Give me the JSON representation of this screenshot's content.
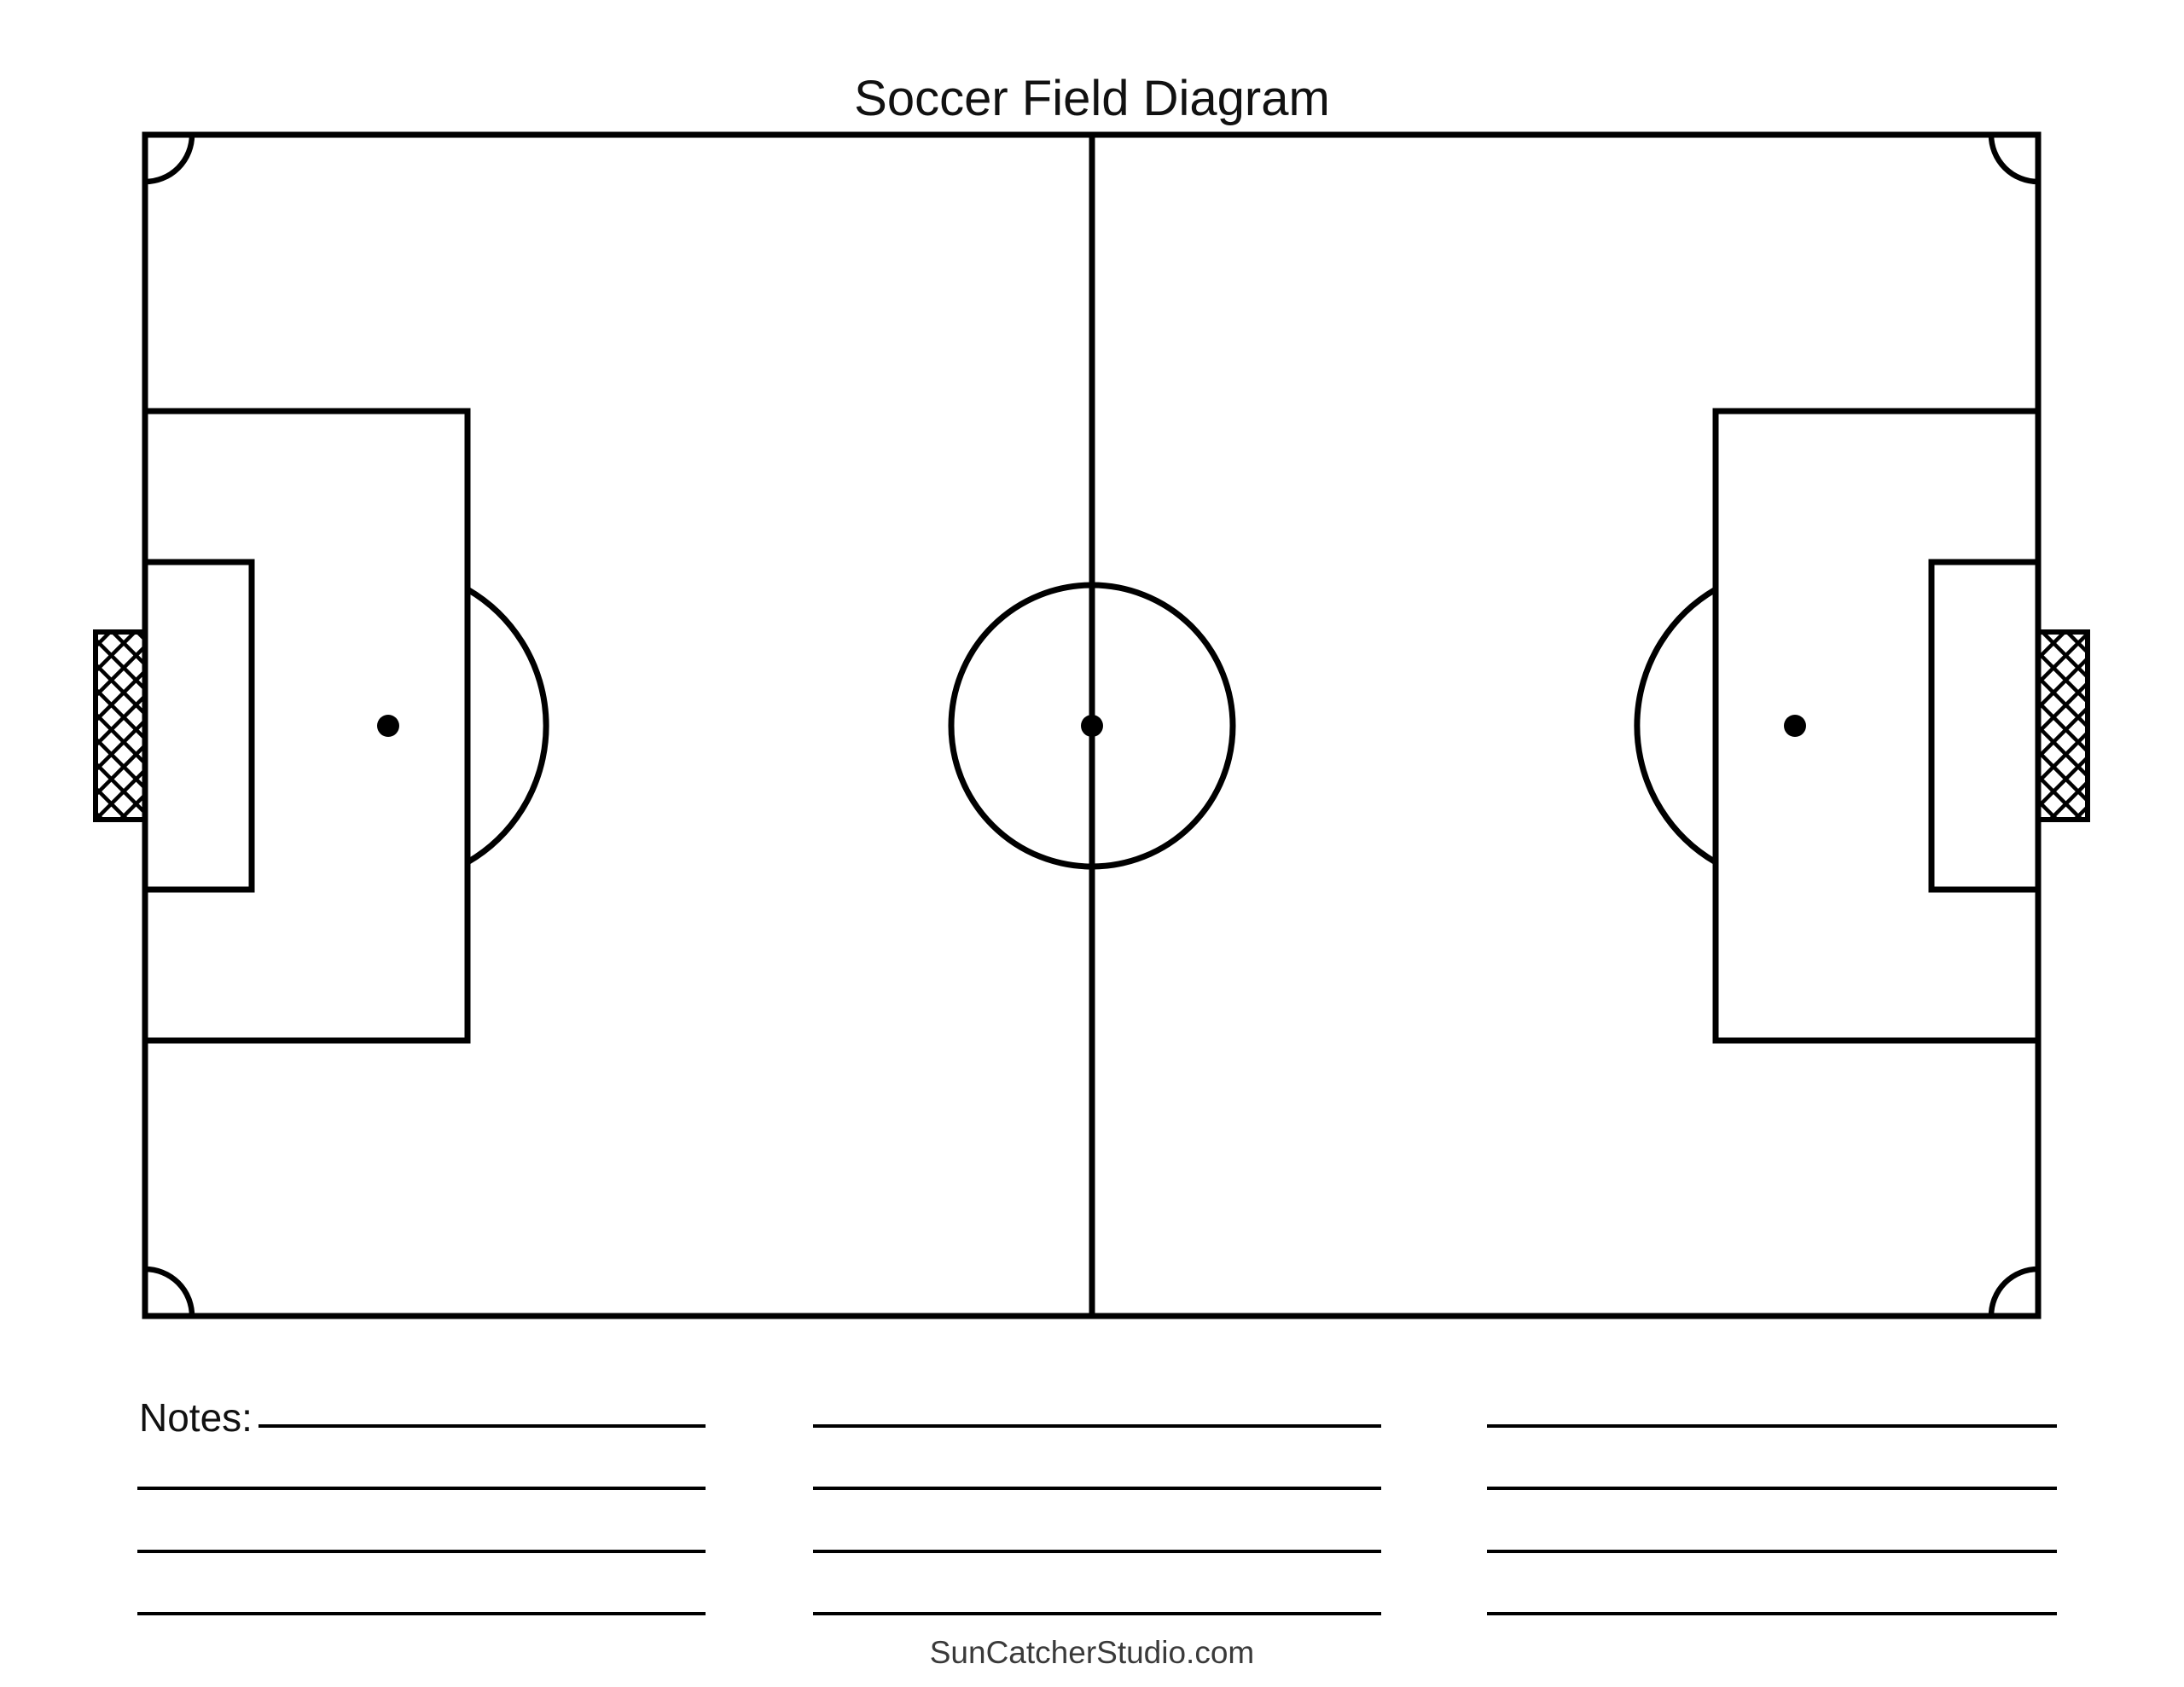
{
  "page": {
    "title": "Soccer Field Diagram",
    "notes_label": "Notes:",
    "footer": "SunCatcherStudio.com"
  },
  "colors": {
    "line": "#000000",
    "title_text": "#111111",
    "notes_text": "#111111",
    "footer_text": "#3a3a3a",
    "background": "#ffffff"
  }
}
